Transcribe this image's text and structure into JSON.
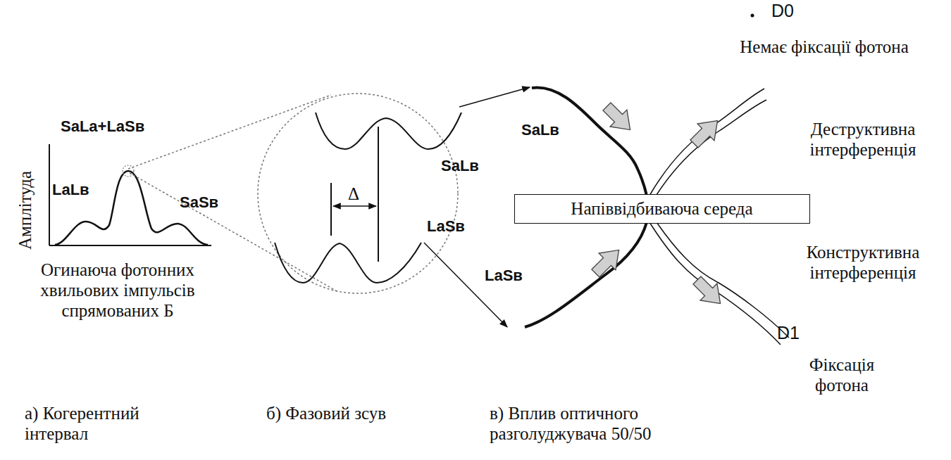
{
  "diagram": {
    "nodes": [
      {
        "text": [
          "Напіввідбиваюча середа"
        ]
      }
    ],
    "labels": [
      "SaLa+LaSв",
      "LaLв",
      "SaSв",
      "Амплітуда",
      "Огинаюча фотонних хвильових імпульсів спрямованих Б",
      "Δ",
      "SaLв",
      "LaSв",
      "SaLв",
      "LaSв",
      "D0",
      "Немає фіксації фотона",
      "Деструктивна інтерференція",
      "Конструктивна інтерференція",
      "D1",
      "Фіксація фотона",
      "а) Когерентний інтервал",
      "б) Фазовий зсув",
      "в) Вплив оптичного разголуджувача 50/50"
    ]
  }
}
